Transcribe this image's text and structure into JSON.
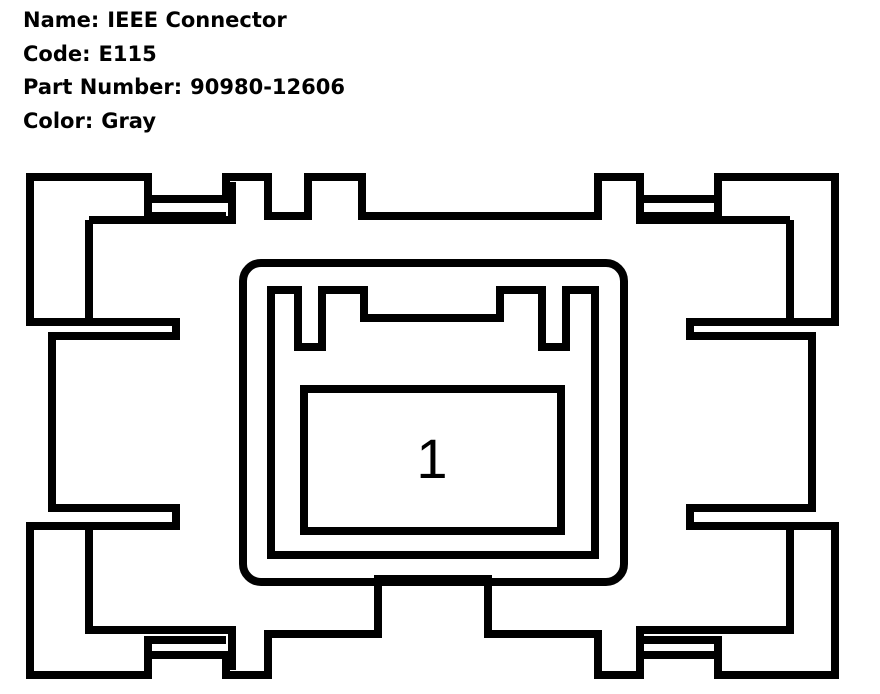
{
  "connector": {
    "name_label": "Name:",
    "name": "IEEE Connector",
    "code_label": "Code:",
    "code": "E115",
    "part_label": "Part Number:",
    "part_number": "90980-12606",
    "color_label": "Color:",
    "color": "Gray"
  },
  "pins": [
    {
      "number": "1"
    }
  ],
  "colors": {
    "stroke": "#000000",
    "background": "#ffffff"
  }
}
